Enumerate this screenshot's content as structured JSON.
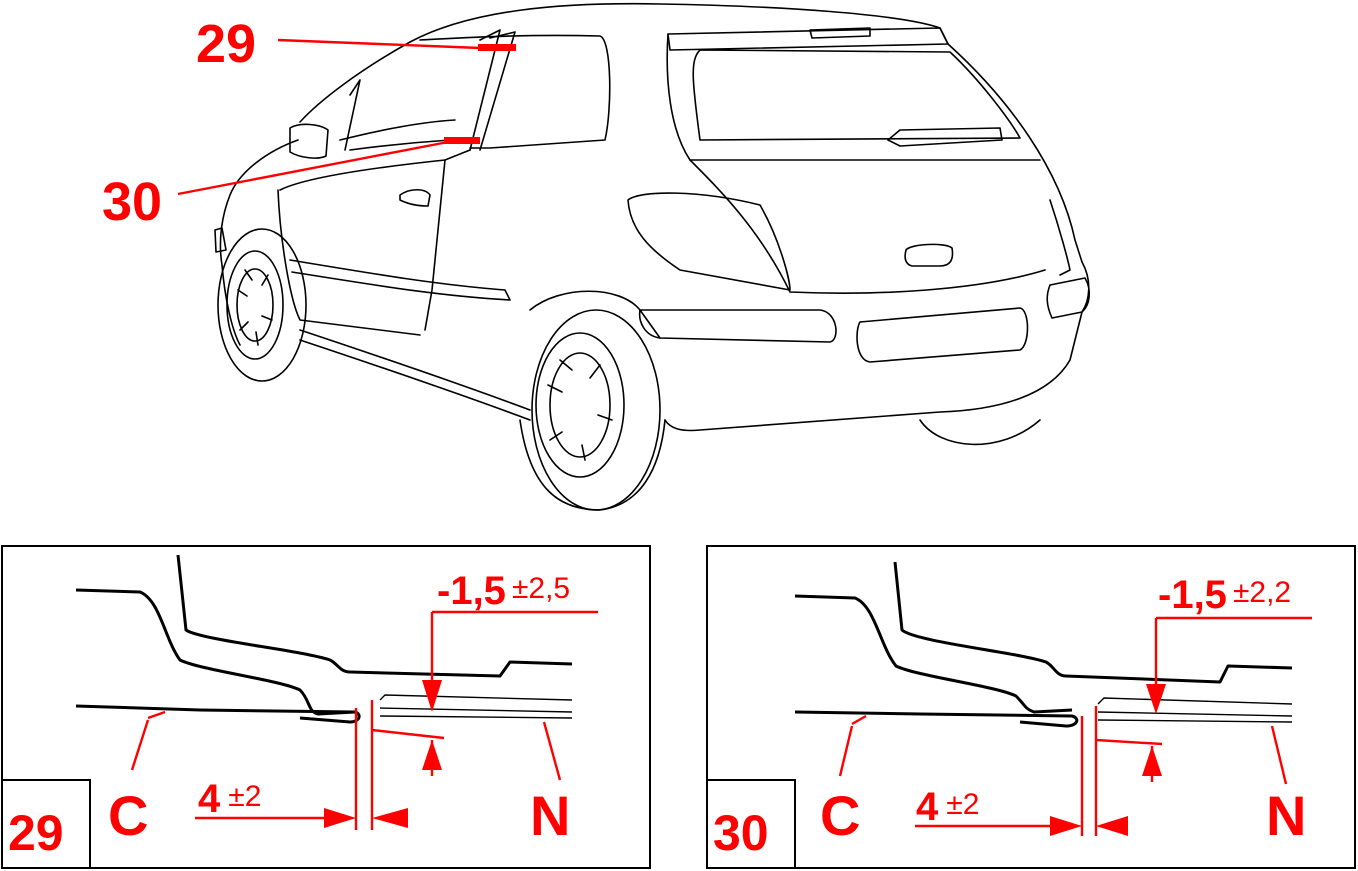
{
  "callouts": {
    "upper": "29",
    "lower": "30"
  },
  "panels": [
    {
      "id": "29",
      "tolerance_main": "-1,5",
      "tolerance_sup": "±2,5",
      "gap_main": "4",
      "gap_sup": "±2",
      "left_label": "C",
      "right_label": "N"
    },
    {
      "id": "30",
      "tolerance_main": "-1,5",
      "tolerance_sup": "±2,2",
      "gap_main": "4",
      "gap_sup": "±2",
      "left_label": "C",
      "right_label": "N"
    }
  ],
  "colors": {
    "annotation": "#ff0000",
    "line": "#000000"
  }
}
